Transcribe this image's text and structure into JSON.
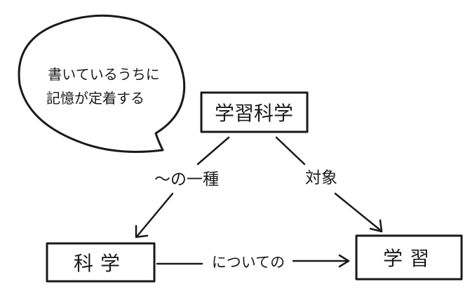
{
  "speech_bubble": {
    "line1": "書いているうちに",
    "line2": "記憶が定着する"
  },
  "nodes": {
    "top": "学習科学",
    "left": "科学",
    "right": "学習"
  },
  "edges": {
    "top_left": "〜の一種",
    "top_right": "対象",
    "left_right": "についての"
  },
  "colors": {
    "ink": "#1a1a1a",
    "background": "#ffffff"
  }
}
